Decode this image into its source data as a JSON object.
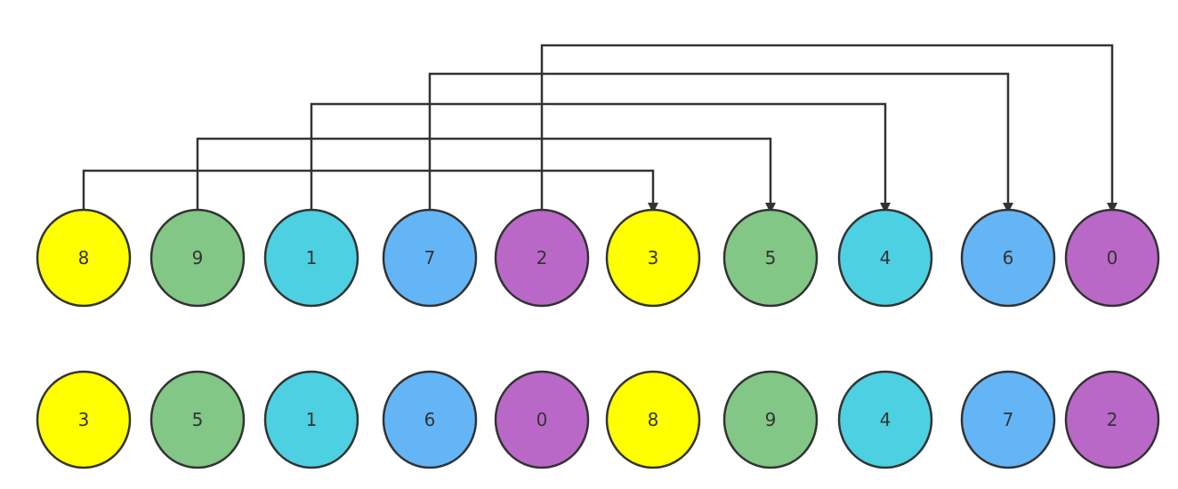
{
  "colors": {
    "yellow": "#ffff00",
    "green": "#82c785",
    "cyan": "#4dd0e1",
    "blue": "#64b5f6",
    "purple": "#ba68c8",
    "stroke": "#333333"
  },
  "top_row": [
    {
      "label": "8",
      "color": "yellow"
    },
    {
      "label": "9",
      "color": "green"
    },
    {
      "label": "1",
      "color": "cyan"
    },
    {
      "label": "7",
      "color": "blue"
    },
    {
      "label": "2",
      "color": "purple"
    },
    {
      "label": "3",
      "color": "yellow"
    },
    {
      "label": "5",
      "color": "green"
    },
    {
      "label": "4",
      "color": "cyan"
    },
    {
      "label": "6",
      "color": "blue"
    },
    {
      "label": "0",
      "color": "purple"
    }
  ],
  "bottom_row": [
    {
      "label": "3",
      "color": "yellow"
    },
    {
      "label": "5",
      "color": "green"
    },
    {
      "label": "1",
      "color": "cyan"
    },
    {
      "label": "6",
      "color": "blue"
    },
    {
      "label": "0",
      "color": "purple"
    },
    {
      "label": "8",
      "color": "yellow"
    },
    {
      "label": "9",
      "color": "green"
    },
    {
      "label": "4",
      "color": "cyan"
    },
    {
      "label": "7",
      "color": "blue"
    },
    {
      "label": "2",
      "color": "purple"
    }
  ],
  "connectors": [
    {
      "from": 0,
      "to": 5
    },
    {
      "from": 1,
      "to": 6
    },
    {
      "from": 2,
      "to": 7
    },
    {
      "from": 3,
      "to": 8
    },
    {
      "from": 4,
      "to": 9
    }
  ]
}
